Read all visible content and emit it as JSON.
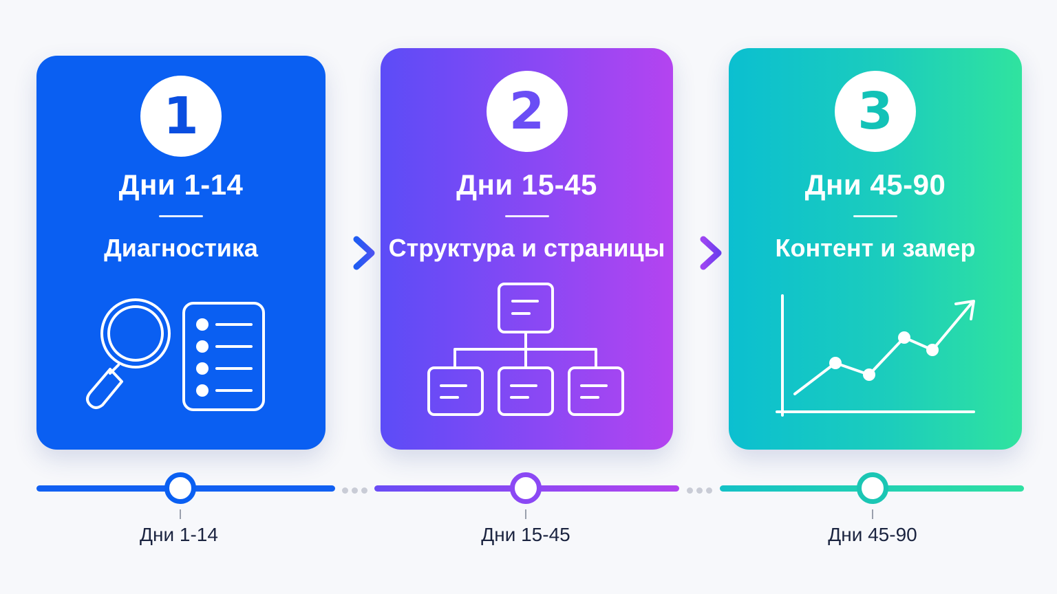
{
  "colors": {
    "phase1": "#0a5ff2",
    "phase2_start": "#5c4cf7",
    "phase2_end": "#b444f0",
    "phase3_start": "#0bbfd0",
    "phase3_end": "#30e39f",
    "background": "#f7f8fb",
    "label_text": "#1b2440"
  },
  "phases": [
    {
      "number": "1",
      "days": "Дни 1-14",
      "title": "Диагностика",
      "icon": "magnifier-checklist-icon"
    },
    {
      "number": "2",
      "days": "Дни 15-45",
      "title": "Структура и страницы",
      "icon": "site-structure-icon"
    },
    {
      "number": "3",
      "days": "Дни 45-90",
      "title": "Контент и замер",
      "icon": "growth-chart-icon"
    }
  ],
  "timeline": {
    "labels": [
      "Дни 1-14",
      "Дни 15-45",
      "Дни 45-90"
    ]
  }
}
